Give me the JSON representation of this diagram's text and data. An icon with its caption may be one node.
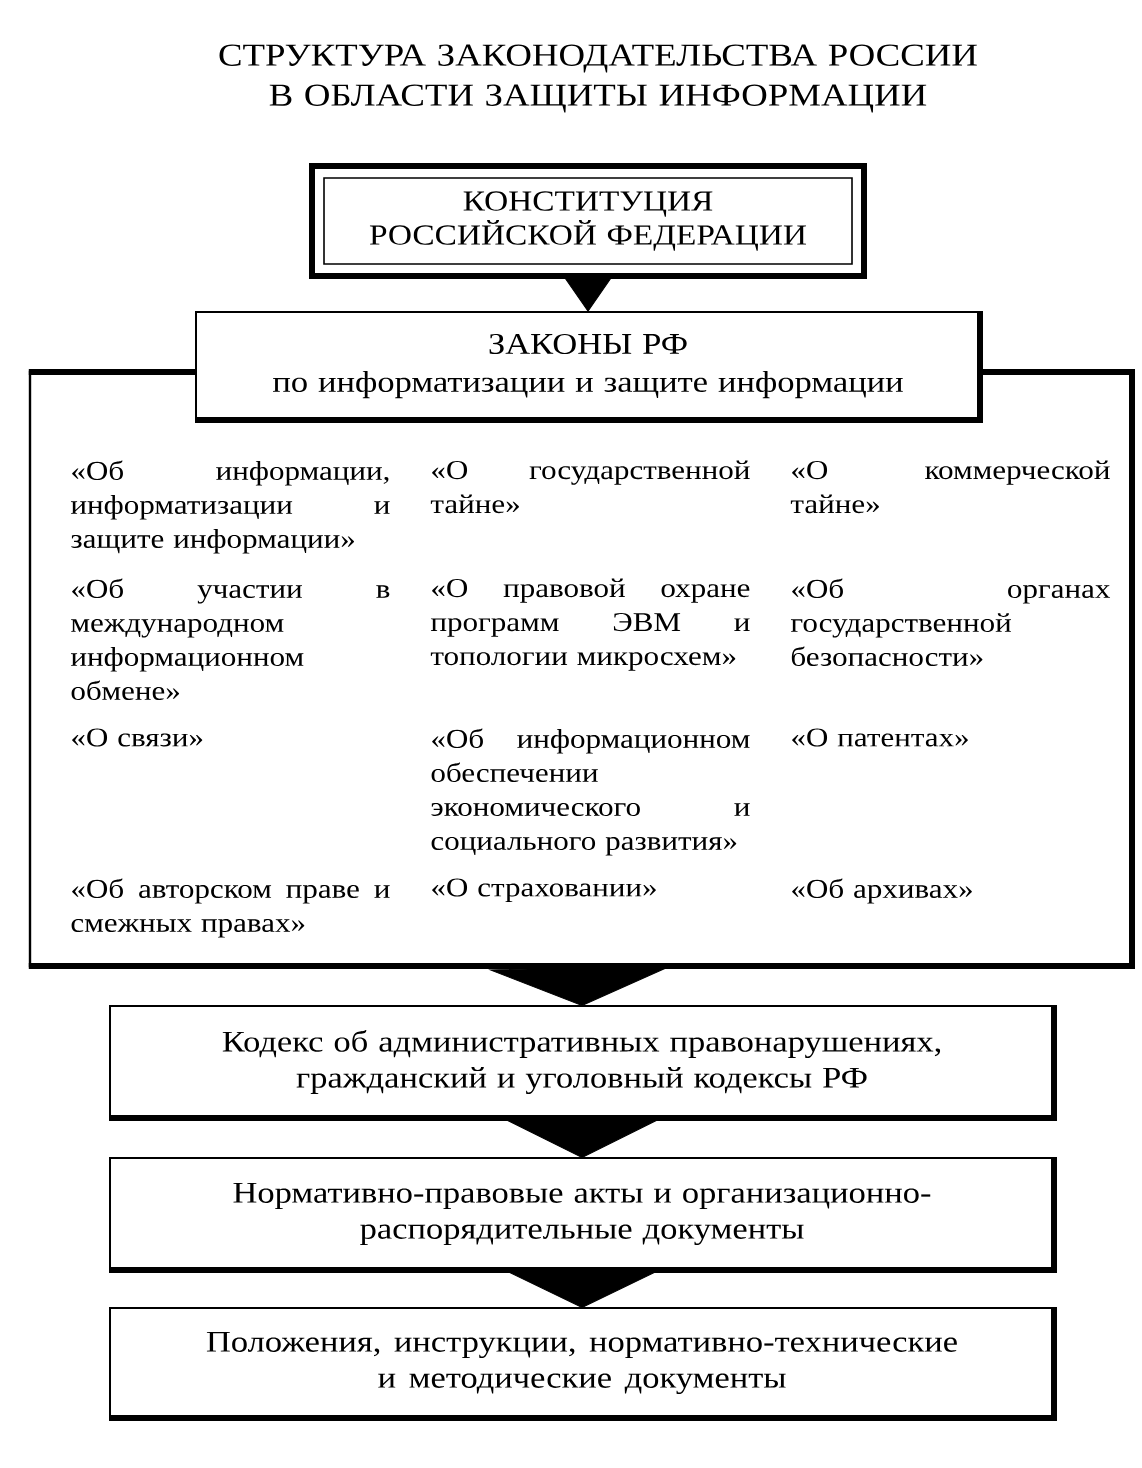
{
  "diagram": {
    "title": "СТРУКТУРА ЗАКОНОДАТЕЛЬСТВА РОССИИ В ОБЛАСТИ ЗАЩИТЫ ИНФОРМАЦИИ",
    "nodes": [
      {
        "text": [
          "КОНСТИТУЦИЯ РОССИЙСКОЙ ФЕДЕРАЦИИ"
        ]
      },
      {
        "text": [
          "ЗАКОНЫ РФ",
          "по информатизации и защите информации"
        ]
      },
      {
        "text": [
          "«Об информации, информатизации и защите информации»",
          "«О государственной тайне»",
          "«О коммерческой тайне»",
          "«Об участии в международном информационном обмене»",
          "«О правовой охране программ ЭВМ и топологии микросхем»",
          "«Об органах государственной безопасности»",
          "«О связи»",
          "«Об информационном обеспечении экономического и социального развития»",
          "«О патентах»",
          "«Об авторском праве и смежных правах»",
          "«О страховании»",
          "«Об архивах»"
        ]
      },
      {
        "text": [
          "Кодекс об административных правонарушениях, гражданский и уголовный кодексы РФ"
        ]
      },
      {
        "text": [
          "Нормативно-правовые акты и организационно-распорядительные документы"
        ]
      },
      {
        "text": [
          "Положения, инструкции, нормативно-технические и методические документы"
        ]
      }
    ],
    "edges": [
      {
        "from": 0,
        "to": 1,
        "arrow": "to"
      },
      {
        "from": 2,
        "to": 3,
        "arrow": "to"
      },
      {
        "from": 3,
        "to": 4,
        "arrow": "to"
      },
      {
        "from": 4,
        "to": 5,
        "arrow": "to"
      }
    ]
  }
}
